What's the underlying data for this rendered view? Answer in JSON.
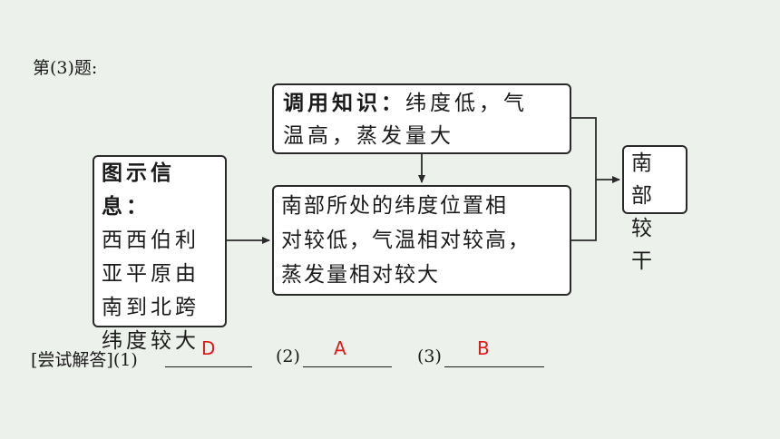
{
  "question_label": "第(3)题:",
  "diagram": {
    "recall": {
      "heading": "调用知识：",
      "line1_rest": "纬度低，气",
      "line2": "温高，蒸发量大"
    },
    "info": {
      "heading": "图示信息：",
      "lines": [
        "西西伯利",
        "亚平原由",
        "南到北跨",
        "纬度较大"
      ]
    },
    "south": {
      "lines": [
        "南部所处的纬度位置相",
        "对较低，气温相对较高，",
        "蒸发量相对较大"
      ]
    },
    "result": {
      "lines": [
        "南部",
        "较干"
      ]
    }
  },
  "answers": {
    "prefix": "[尝试解答](1)",
    "items": [
      {
        "label": "(1)",
        "value": "D"
      },
      {
        "label": "(2)",
        "value": "A"
      },
      {
        "label": "(3)",
        "value": "B"
      }
    ]
  },
  "colors": {
    "answer": "#e01818",
    "background": "#edf1ec",
    "border": "#2a2a2a"
  }
}
